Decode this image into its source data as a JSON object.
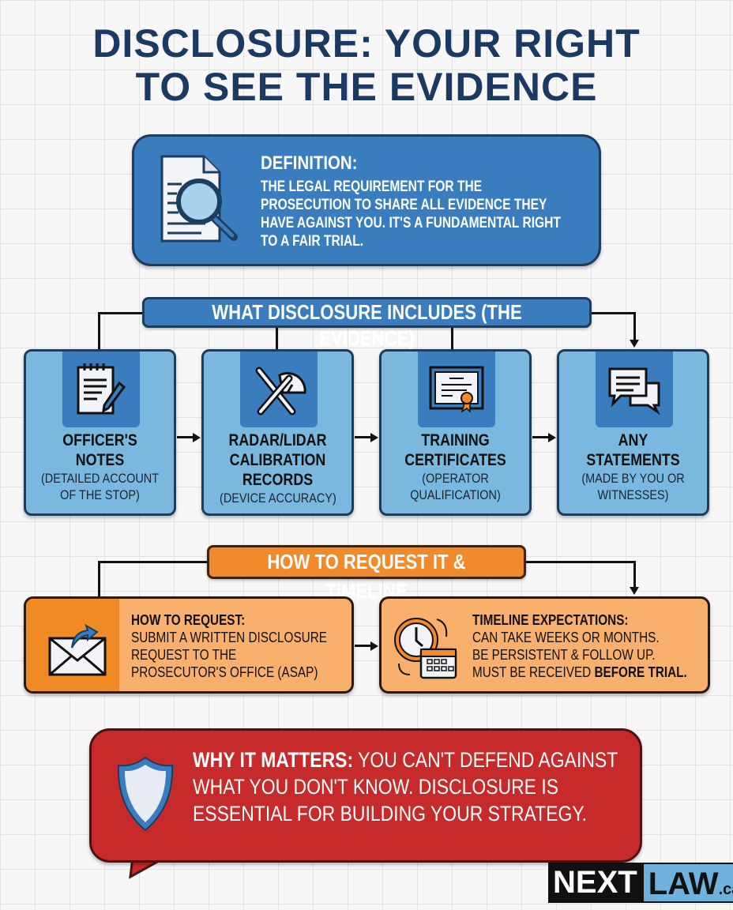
{
  "title": {
    "line1": "DISCLOSURE: YOUR RIGHT",
    "line2": "TO SEE THE EVIDENCE"
  },
  "definition": {
    "heading": "DEFINITION:",
    "body": "THE LEGAL REQUIREMENT FOR THE PROSECUTION TO SHARE ALL EVIDENCE THEY HAVE AGAINST YOU. IT'S A FUNDAMENTAL RIGHT TO A FAIR TRIAL.",
    "icon": "document-magnifier-icon"
  },
  "evidence_section": {
    "header": "WHAT DISCLOSURE INCLUDES (THE EVIDENCE)",
    "items": [
      {
        "title": "OFFICER'S NOTES",
        "subtitle": "(DETAILED ACCOUNT OF THE STOP)",
        "icon": "notepad-pencil-icon"
      },
      {
        "title": "RADAR/LIDAR CALIBRATION RECORDS",
        "subtitle": "(DEVICE ACCURACY)",
        "icon": "wrench-gauge-icon"
      },
      {
        "title": "TRAINING CERTIFICATES",
        "subtitle": "(OPERATOR QUALIFICATION)",
        "icon": "certificate-icon"
      },
      {
        "title": "ANY STATEMENTS",
        "subtitle": "(MADE BY YOU OR WITNESSES)",
        "icon": "chat-bubbles-icon"
      }
    ]
  },
  "request_section": {
    "header": "HOW TO REQUEST IT & TIMELINE",
    "how": {
      "heading": "HOW TO REQUEST:",
      "lines": [
        "SUBMIT A WRITTEN DISCLOSURE",
        "REQUEST TO THE",
        "PROSECUTOR'S OFFICE (ASAP)"
      ],
      "icon": "envelope-send-icon"
    },
    "timeline": {
      "heading": "TIMELINE EXPECTATIONS:",
      "lines": [
        "CAN TAKE WEEKS OR MONTHS.",
        "BE PERSISTENT & FOLLOW UP."
      ],
      "last_prefix": "MUST BE RECEIVED ",
      "last_bold": "BEFORE TRIAL.",
      "icon": "clock-calendar-icon"
    }
  },
  "why": {
    "heading": "WHY IT MATTERS:",
    "lines": [
      " YOU CAN'T DEFEND AGAINST",
      "WHAT YOU DON'T KNOW. DISCLOSURE IS",
      "ESSENTIAL FOR BUILDING YOUR STRATEGY."
    ],
    "icon": "shield-icon"
  },
  "logo": {
    "part1": "NEXT",
    "part2": "LAW",
    "suffix": ".ca"
  },
  "colors": {
    "navy": "#1b3a63",
    "blue": "#3a7dbf",
    "light_blue": "#7ab8e0",
    "orange": "#f08a2a",
    "light_orange": "#f8b06c",
    "red": "#c62a2a"
  }
}
